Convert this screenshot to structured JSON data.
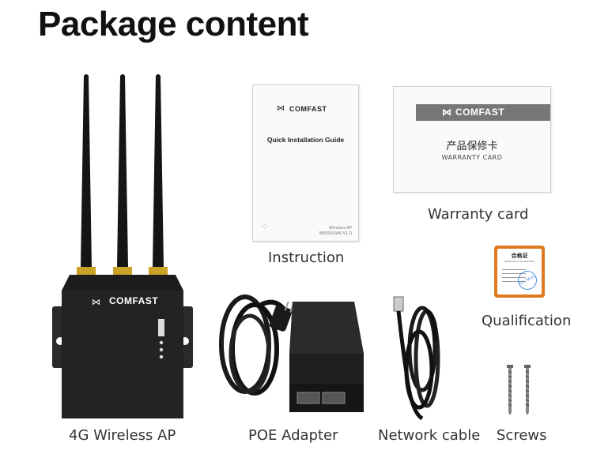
{
  "page": {
    "title": "Package content"
  },
  "brand": "COMFAST",
  "items": {
    "router": {
      "caption": "4G Wireless AP"
    },
    "booklet": {
      "caption": "Instruction",
      "heading": "Quick Installation Guide",
      "footer_line1": "Wireless AP",
      "footer_line2": "WE05XXAN V1.0"
    },
    "card": {
      "caption": "Warranty card",
      "zh": "产品保修卡",
      "en": "WARRANTY CARD"
    },
    "qualification": {
      "caption": "Qualification",
      "zh_title": "合格证",
      "en_title": "Certificate of Qualification",
      "stamp": "QC PASS"
    },
    "poe": {
      "caption": "POE Adapter"
    },
    "cable": {
      "caption": "Network cable"
    },
    "screws": {
      "caption": "Screws"
    }
  },
  "colors": {
    "device": "#1c1c1c",
    "antenna_tip": "#c9a227",
    "qual_border": "#e07a1f",
    "stamp": "#4a90d9"
  }
}
